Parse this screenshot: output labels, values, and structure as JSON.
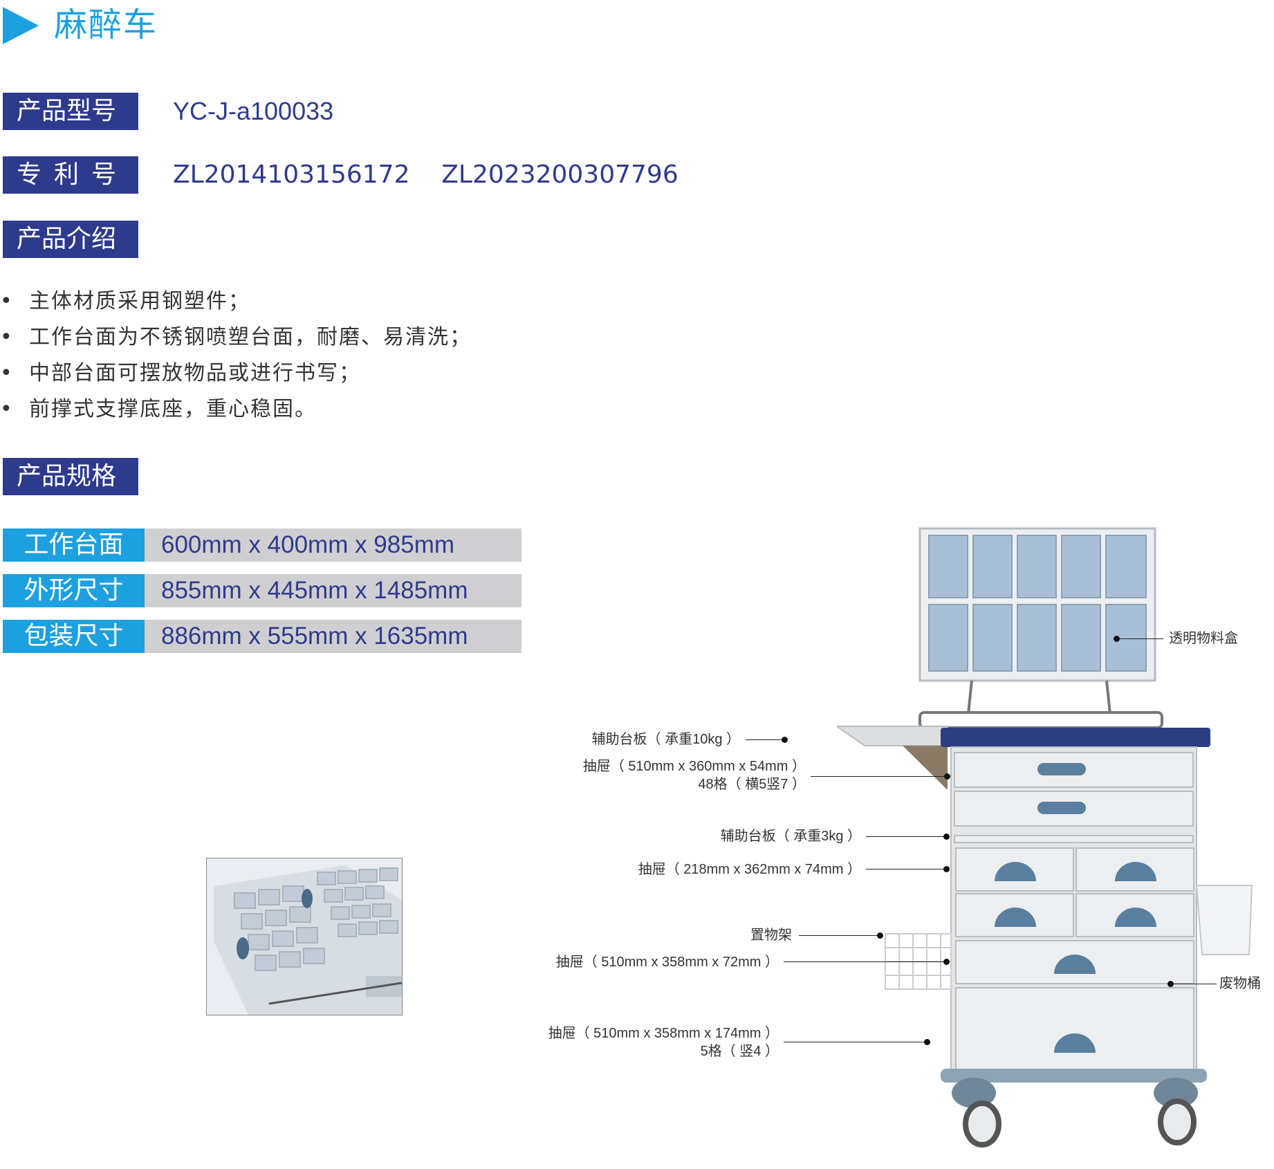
{
  "title": "麻醉车",
  "info": [
    {
      "label": "产品型号",
      "value": "YC-J-a100033"
    },
    {
      "label": "专利号",
      "value": "ZL2014103156172    ZL2023200307796"
    }
  ],
  "intro": {
    "label": "产品介绍",
    "bullet": "•",
    "items": [
      "主体材质采用钢塑件；",
      "工作台面为不锈钢喷塑台面，耐磨、易清洗；",
      "中部台面可摆放物品或进行书写；",
      "前撑式支撑底座，重心稳固。"
    ]
  },
  "specs": {
    "label": "产品规格",
    "rows": [
      {
        "key": "工作台面",
        "value": "600mm x 400mm x 985mm"
      },
      {
        "key": "外形尺寸",
        "value": "855mm x 445mm x 1485mm"
      },
      {
        "key": "包装尺寸",
        "value": "886mm x 555mm x 1635mm"
      }
    ]
  },
  "callouts": {
    "bins": "透明物料盒",
    "side_board_1": "辅助台板（ 承重10kg ）",
    "drawer_1_a": "抽屉（ 510mm x 360mm x 54mm ）",
    "drawer_1_b": "48格（ 横5竖7 ）",
    "side_board_2": "辅助台板（ 承重3kg ）",
    "drawer_2": "抽屉（ 218mm x 362mm x 74mm ）",
    "rack": "置物架",
    "drawer_3": "抽屉（ 510mm x 358mm x 72mm ）",
    "waste": "废物桶",
    "drawer_4_a": "抽屉（ 510mm x 358mm x 174mm ）",
    "drawer_4_b": "5格（ 竖4 ）"
  },
  "colors": {
    "brand_blue": "#1da0e0",
    "navy": "#2e3a8c",
    "spec_bg": "#cfcfd1"
  }
}
